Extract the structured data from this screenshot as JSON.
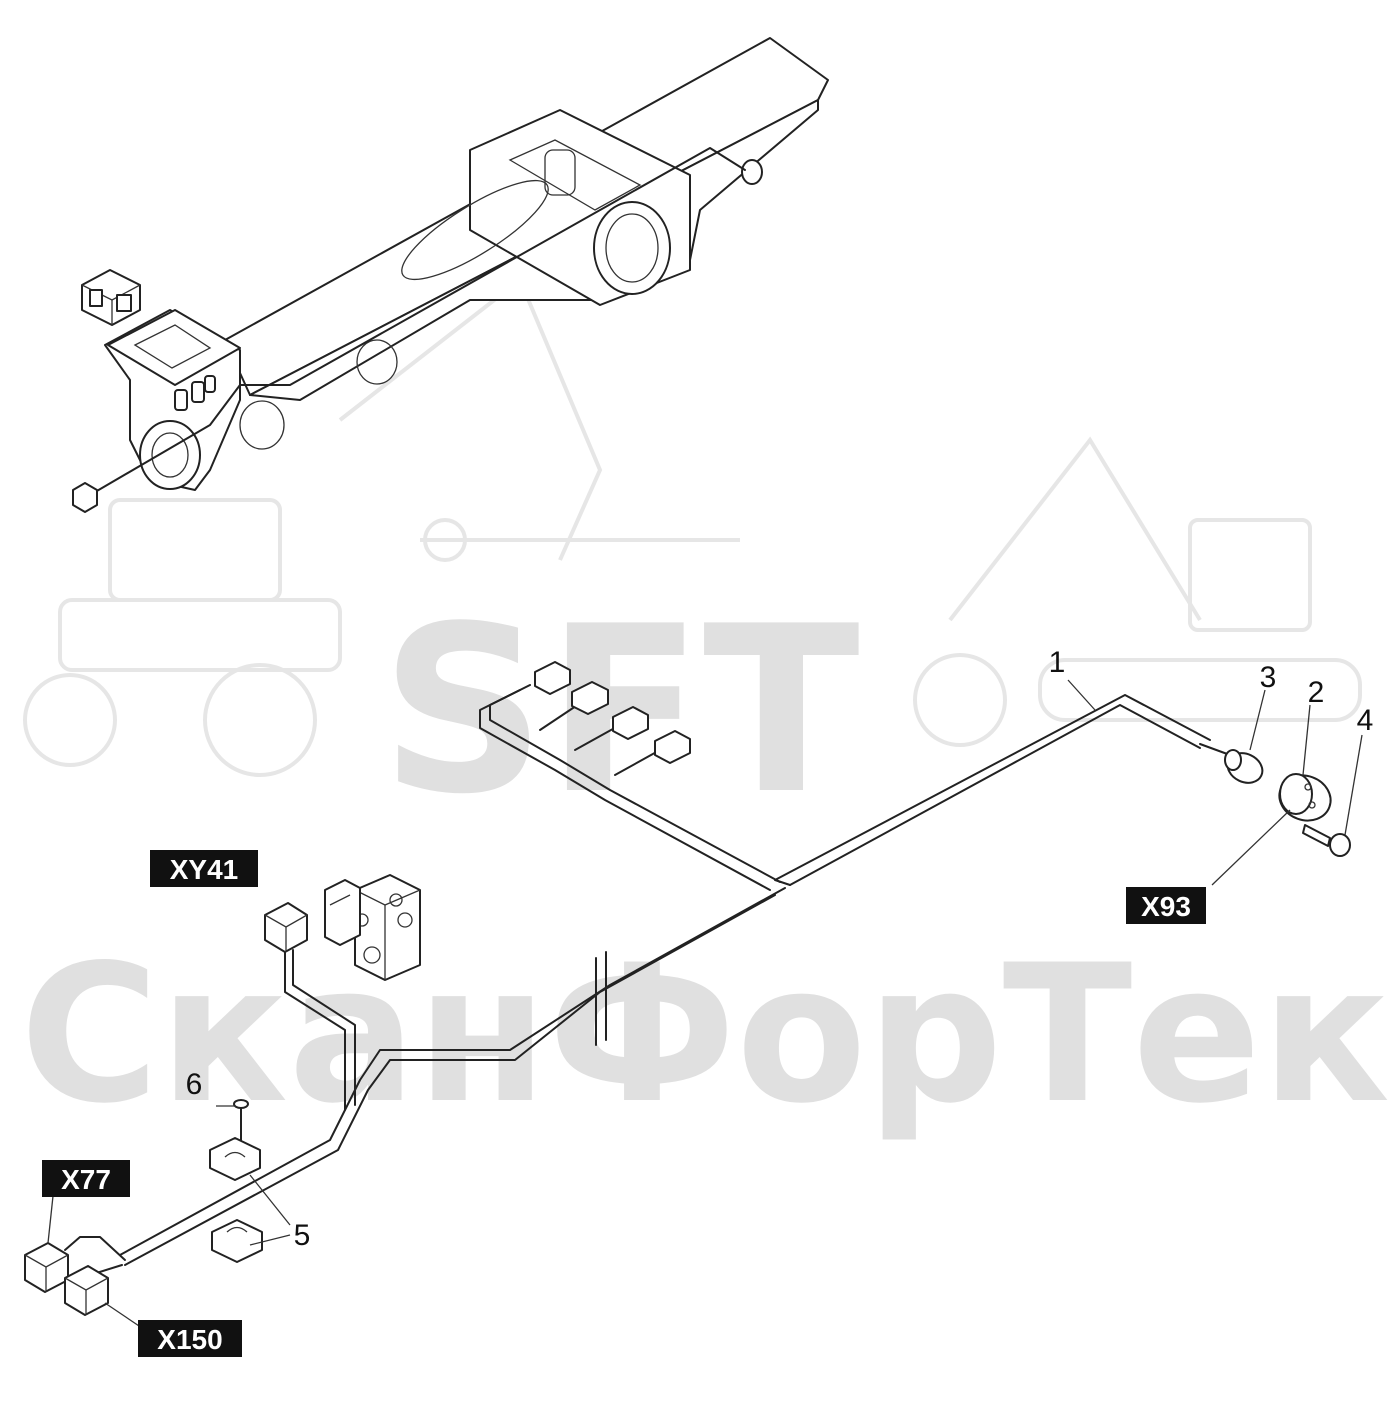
{
  "watermark": {
    "brand": "SFT",
    "company": "СканФорТек"
  },
  "callouts": [
    {
      "id": "n1",
      "text": "1"
    },
    {
      "id": "n2",
      "text": "2"
    },
    {
      "id": "n3",
      "text": "3"
    },
    {
      "id": "n4",
      "text": "4"
    },
    {
      "id": "n5",
      "text": "5"
    },
    {
      "id": "n6",
      "text": "6"
    }
  ],
  "connectors": {
    "xy41": "XY41",
    "x93": "X93",
    "x77": "X77",
    "x150": "X150"
  },
  "colors": {
    "line": "#222222",
    "tag_bg": "#111111",
    "tag_text": "#ffffff",
    "watermark": "#e0e0e0"
  }
}
